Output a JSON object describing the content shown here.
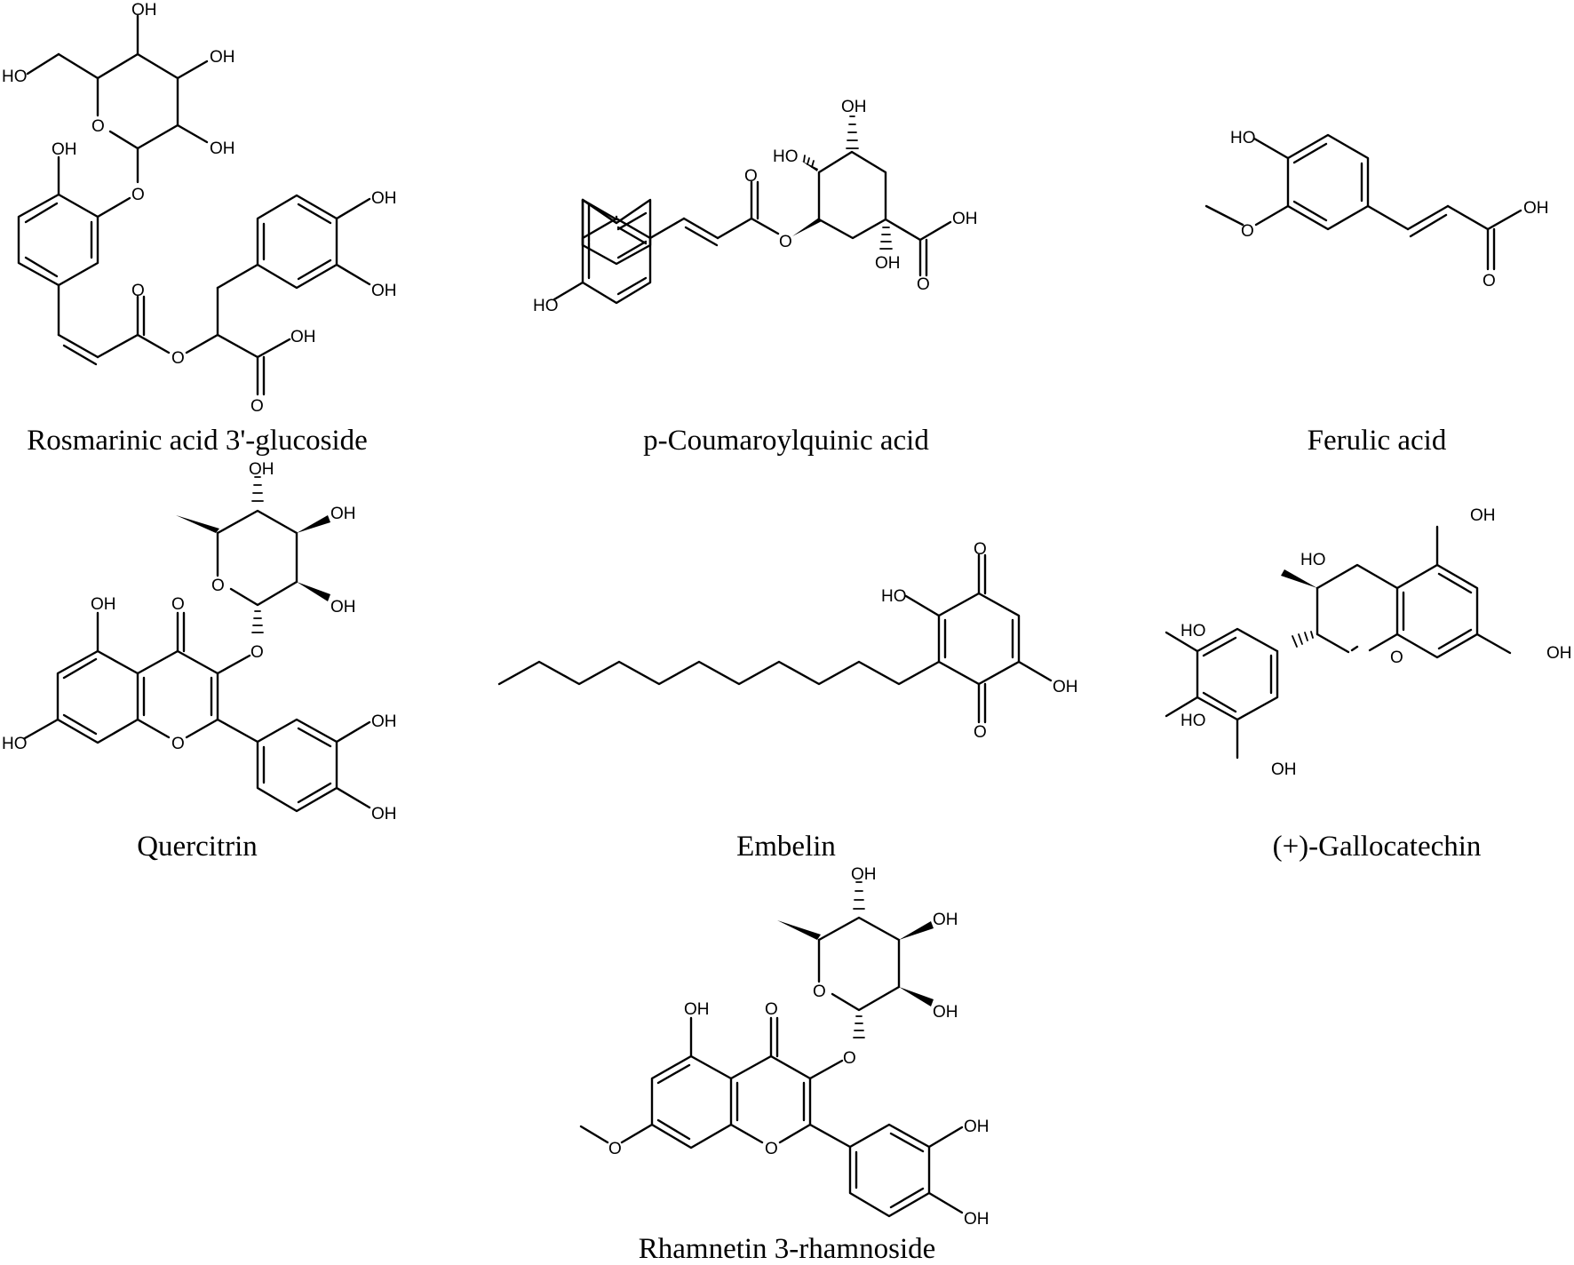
{
  "figure": {
    "background": "#ffffff",
    "line_color": "#000000",
    "compounds": [
      {
        "id": "rosmarinic-acid-3-glucoside",
        "name": "Rosmarinic acid 3'-glucoside",
        "atom_labels": [
          "OH",
          "OH",
          "HO",
          "O",
          "OH",
          "OH",
          "O",
          "O",
          "O",
          "OH",
          "O",
          "OH",
          "OH"
        ]
      },
      {
        "id": "p-coumaroylquinic-acid",
        "name": "p-Coumaroylquinic acid",
        "atom_labels": [
          "OH",
          "HO",
          "O",
          "O",
          "OH",
          "OH",
          "O",
          "HO"
        ]
      },
      {
        "id": "ferulic-acid",
        "name": "Ferulic acid",
        "atom_labels": [
          "HO",
          "O",
          "OH",
          "O"
        ]
      },
      {
        "id": "quercitrin",
        "name": "Quercitrin",
        "atom_labels": [
          "OH",
          "OH",
          "O",
          "OH",
          "OH",
          "O",
          "O",
          "HO",
          "O",
          "OH",
          "OH"
        ]
      },
      {
        "id": "embelin",
        "name": "Embelin",
        "atom_labels": [
          "O",
          "HO",
          "OH",
          "O"
        ]
      },
      {
        "id": "gallocatechin",
        "name": "(+)-Gallocatechin",
        "atom_labels": [
          "OH",
          "HO",
          "O",
          "OH",
          "HO",
          "HO",
          "OH"
        ]
      },
      {
        "id": "rhamnetin-3-rhamnoside",
        "name": "Rhamnetin 3-rhamnoside",
        "atom_labels": [
          "OH",
          "OH",
          "O",
          "OH",
          "OH",
          "O",
          "O",
          "O",
          "O",
          "OH",
          "OH"
        ]
      }
    ]
  }
}
